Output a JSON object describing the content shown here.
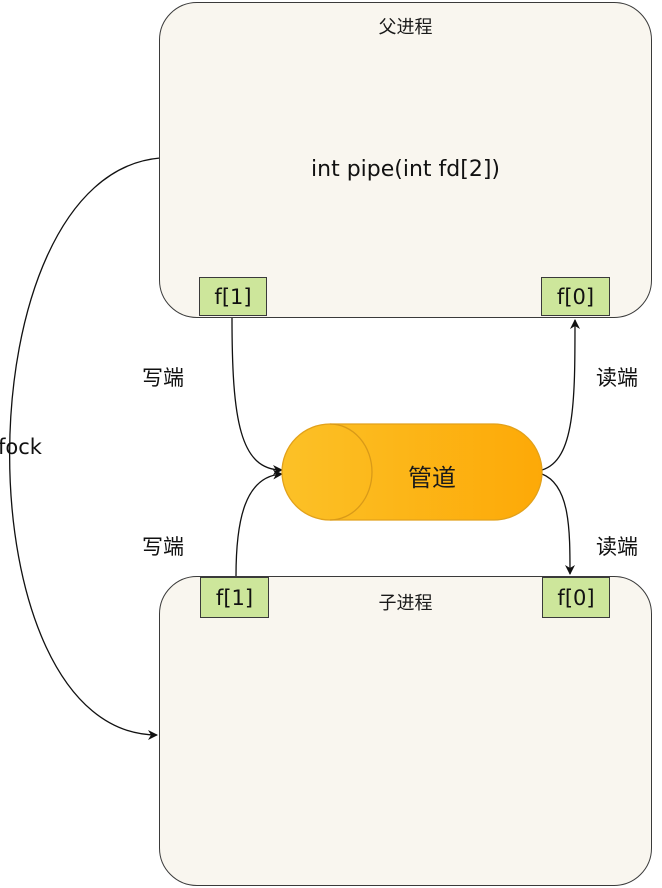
{
  "parent_process": {
    "title": "父进程",
    "signature": "int pipe(int fd[2])",
    "fd_write": "f[1]",
    "fd_read": "f[0]"
  },
  "child_process": {
    "title": "子进程",
    "fd_write": "f[1]",
    "fd_read": "f[0]"
  },
  "pipe": {
    "label": "管道"
  },
  "edges": {
    "fork_label": "fock",
    "parent_write_label": "写端",
    "parent_read_label": "读端",
    "child_write_label": "写端",
    "child_read_label": "读端"
  },
  "colors": {
    "process_fill": "#f9f6ef",
    "fd_fill": "#cde69b",
    "pipe_gradient_start": "#fcc127",
    "pipe_gradient_end": "#fda907"
  }
}
